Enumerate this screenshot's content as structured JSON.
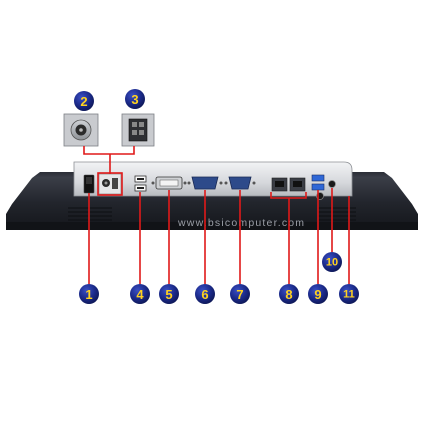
{
  "watermark": "www.bsicomputer.com",
  "callouts": [
    {
      "id": "callout-1",
      "label": "1"
    },
    {
      "id": "callout-2",
      "label": "2"
    },
    {
      "id": "callout-3",
      "label": "3"
    },
    {
      "id": "callout-4",
      "label": "4"
    },
    {
      "id": "callout-5",
      "label": "5"
    },
    {
      "id": "callout-6",
      "label": "6"
    },
    {
      "id": "callout-7",
      "label": "7"
    },
    {
      "id": "callout-8",
      "label": "8"
    },
    {
      "id": "callout-9",
      "label": "9"
    },
    {
      "id": "callout-10",
      "label": "10"
    },
    {
      "id": "callout-11",
      "label": "11"
    }
  ],
  "colors": {
    "badge_fill": "#1b2a8a",
    "badge_text": "#ffd21f",
    "leader": "#e01919",
    "bezel": "#1f2229",
    "panel": "#d8dadd"
  }
}
